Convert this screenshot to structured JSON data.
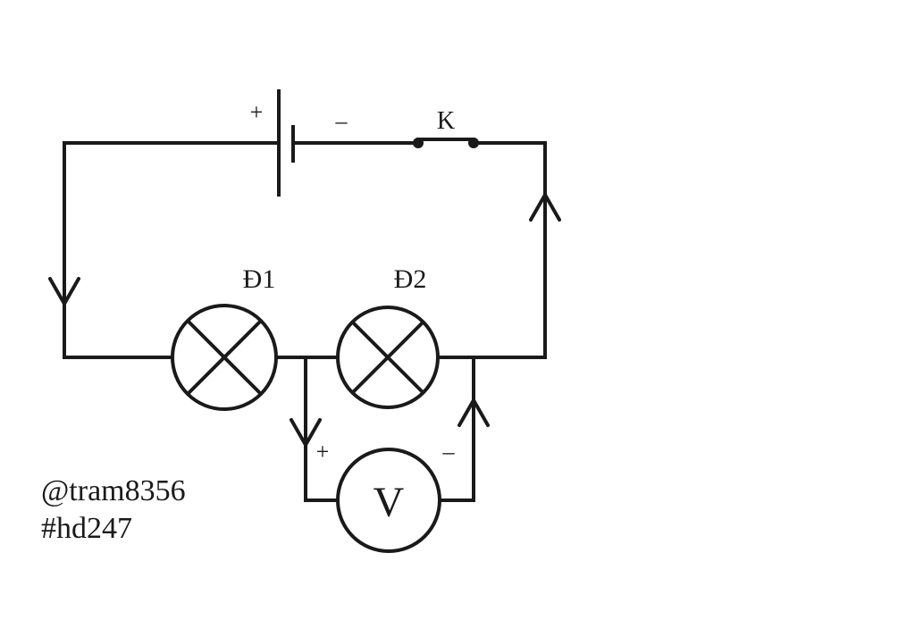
{
  "diagram": {
    "battery": {
      "plus_label": "+",
      "minus_label": "–"
    },
    "switch": {
      "label": "K"
    },
    "lamps": [
      {
        "label": "Đ1"
      },
      {
        "label": "Đ2"
      }
    ],
    "voltmeter": {
      "label": "V",
      "plus_label": "+",
      "minus_label": "–"
    },
    "watermark": {
      "line1": "@tram8356",
      "line2": "#hd247"
    }
  }
}
